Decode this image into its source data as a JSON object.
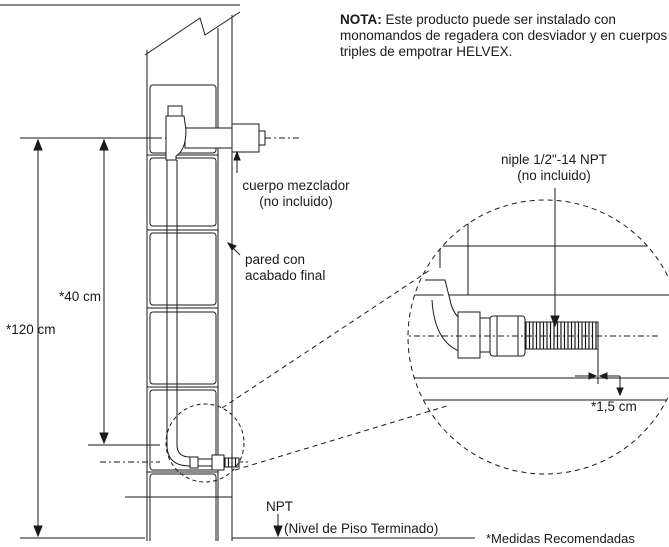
{
  "note": {
    "label": "NOTA:",
    "text": "Este producto puede ser instalado con monomandos de regadera con desviador y en cuerpos triples de empotrar HELVEX."
  },
  "labels": {
    "mixer_line1": "cuerpo mezclador",
    "mixer_line2": "(no incluido)",
    "wall_line1": "pared con",
    "wall_line2": "acabado final",
    "dim_40": "*40 cm",
    "dim_120": "*120 cm",
    "nipple_line1": "niple 1/2\"-14 NPT",
    "nipple_line2": "(no incluido)",
    "dim_1_5": "*1,5 cm",
    "npt": "NPT",
    "npt_full": "(Nivel de Piso Terminado)",
    "recommended": "*Medidas Recomendadas"
  },
  "colors": {
    "line": "#1a1a1a",
    "fill": "#ffffff"
  }
}
